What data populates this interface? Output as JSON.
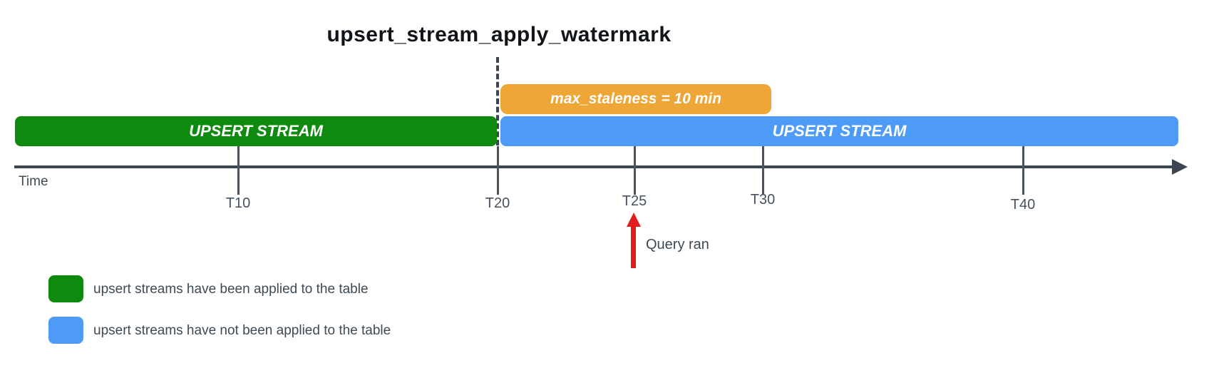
{
  "title": "upsert_stream_apply_watermark",
  "colors": {
    "applied_green": "#0e8b0e",
    "not_applied_blue": "#4d9bf6",
    "staleness_orange": "#eea636",
    "axis_dark": "#3c4650",
    "tick_label_gray": "#47515c",
    "query_arrow_red": "#e11d1d",
    "background": "#ffffff"
  },
  "bars": {
    "staleness": {
      "label": "max_staleness = 10 min",
      "from_tick": "T20",
      "to_tick": "T30"
    },
    "applied": {
      "label": "UPSERT STREAM",
      "from_tick": "start",
      "to_tick": "T20"
    },
    "not_applied": {
      "label": "UPSERT STREAM",
      "from_tick": "T20",
      "to_tick": "past T40"
    }
  },
  "timeline": {
    "axis_label": "Time",
    "ticks": [
      "T10",
      "T20",
      "T25",
      "T30",
      "T40"
    ]
  },
  "annotation": {
    "query_label": "Query ran",
    "query_at_tick": "T25"
  },
  "legend": {
    "items": [
      {
        "swatch_color": "#0e8b0e",
        "label": "upsert streams have been applied to the table"
      },
      {
        "swatch_color": "#4d9bf6",
        "label": "upsert streams have not been applied to the table"
      }
    ]
  }
}
